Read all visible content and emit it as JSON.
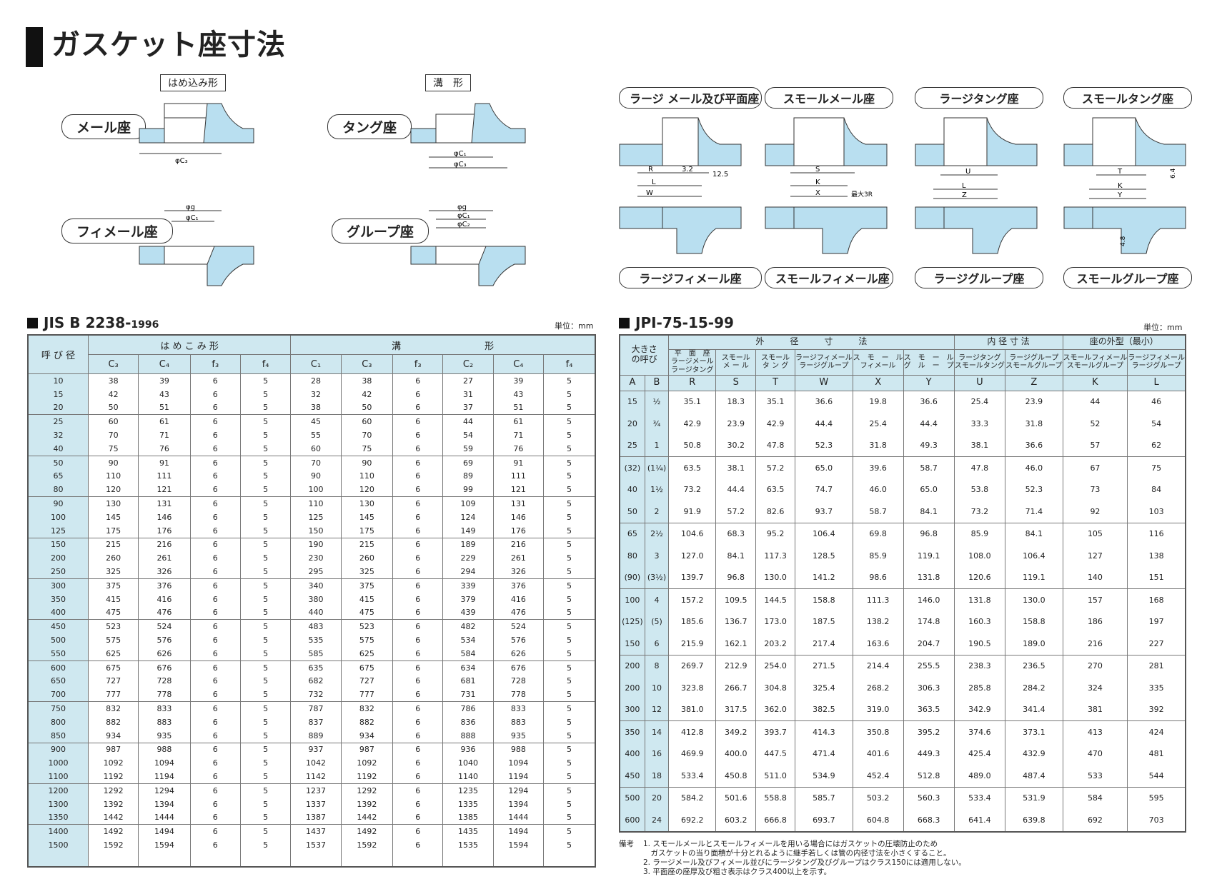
{
  "title": "ガスケット座寸法",
  "colors": {
    "header_bg": "#cfe8f0",
    "gasket_fill": "#b9dff0",
    "border": "#555555"
  },
  "diagram_labels": {
    "hamekomi_box": "はめ込み形",
    "mizo_box": "溝　形",
    "male": "メール座",
    "tongue": "タング座",
    "female": "フィメール座",
    "groove": "グループ座",
    "top_row": [
      "ラージ メール及び平面座",
      "スモールメール座",
      "ラージタング座",
      "スモールタング座"
    ],
    "bottom_row": [
      "ラージフィメール座",
      "スモールフィメール座",
      "ラージグループ座",
      "スモールグループ座"
    ],
    "dims": {
      "c3": "φC₃",
      "c1": "φC₁",
      "g": "φg",
      "c2": "φC₂",
      "R": "R",
      "S": "S",
      "L": "L",
      "W": "W",
      "K": "K",
      "X": "X",
      "U": "U",
      "T": "T",
      "Z": "Z",
      "Y": "Y",
      "v32": "3.2",
      "v125": "12.5",
      "v64": "6.4",
      "v48": "4.8",
      "max3r": "最大3R"
    }
  },
  "jis": {
    "heading": "JIS B 2238-",
    "heading_year": "1996",
    "unit": "単位：mm",
    "col_nominal": "呼 び 径",
    "group1": "は め こ み 形",
    "group2": "溝　　　　　　　　　形",
    "cols": [
      "C₃",
      "C₄",
      "f₃",
      "f₄",
      "C₁",
      "C₃",
      "f₃",
      "C₂",
      "C₄",
      "f₄"
    ],
    "groups": [
      [
        [
          "10",
          "38",
          "39",
          "6",
          "5",
          "28",
          "38",
          "6",
          "27",
          "39",
          "5"
        ],
        [
          "15",
          "42",
          "43",
          "6",
          "5",
          "32",
          "42",
          "6",
          "31",
          "43",
          "5"
        ],
        [
          "20",
          "50",
          "51",
          "6",
          "5",
          "38",
          "50",
          "6",
          "37",
          "51",
          "5"
        ]
      ],
      [
        [
          "25",
          "60",
          "61",
          "6",
          "5",
          "45",
          "60",
          "6",
          "44",
          "61",
          "5"
        ],
        [
          "32",
          "70",
          "71",
          "6",
          "5",
          "55",
          "70",
          "6",
          "54",
          "71",
          "5"
        ],
        [
          "40",
          "75",
          "76",
          "6",
          "5",
          "60",
          "75",
          "6",
          "59",
          "76",
          "5"
        ]
      ],
      [
        [
          "50",
          "90",
          "91",
          "6",
          "5",
          "70",
          "90",
          "6",
          "69",
          "91",
          "5"
        ],
        [
          "65",
          "110",
          "111",
          "6",
          "5",
          "90",
          "110",
          "6",
          "89",
          "111",
          "5"
        ],
        [
          "80",
          "120",
          "121",
          "6",
          "5",
          "100",
          "120",
          "6",
          "99",
          "121",
          "5"
        ]
      ],
      [
        [
          "90",
          "130",
          "131",
          "6",
          "5",
          "110",
          "130",
          "6",
          "109",
          "131",
          "5"
        ],
        [
          "100",
          "145",
          "146",
          "6",
          "5",
          "125",
          "145",
          "6",
          "124",
          "146",
          "5"
        ],
        [
          "125",
          "175",
          "176",
          "6",
          "5",
          "150",
          "175",
          "6",
          "149",
          "176",
          "5"
        ]
      ],
      [
        [
          "150",
          "215",
          "216",
          "6",
          "5",
          "190",
          "215",
          "6",
          "189",
          "216",
          "5"
        ],
        [
          "200",
          "260",
          "261",
          "6",
          "5",
          "230",
          "260",
          "6",
          "229",
          "261",
          "5"
        ],
        [
          "250",
          "325",
          "326",
          "6",
          "5",
          "295",
          "325",
          "6",
          "294",
          "326",
          "5"
        ]
      ],
      [
        [
          "300",
          "375",
          "376",
          "6",
          "5",
          "340",
          "375",
          "6",
          "339",
          "376",
          "5"
        ],
        [
          "350",
          "415",
          "416",
          "6",
          "5",
          "380",
          "415",
          "6",
          "379",
          "416",
          "5"
        ],
        [
          "400",
          "475",
          "476",
          "6",
          "5",
          "440",
          "475",
          "6",
          "439",
          "476",
          "5"
        ]
      ],
      [
        [
          "450",
          "523",
          "524",
          "6",
          "5",
          "483",
          "523",
          "6",
          "482",
          "524",
          "5"
        ],
        [
          "500",
          "575",
          "576",
          "6",
          "5",
          "535",
          "575",
          "6",
          "534",
          "576",
          "5"
        ],
        [
          "550",
          "625",
          "626",
          "6",
          "5",
          "585",
          "625",
          "6",
          "584",
          "626",
          "5"
        ]
      ],
      [
        [
          "600",
          "675",
          "676",
          "6",
          "5",
          "635",
          "675",
          "6",
          "634",
          "676",
          "5"
        ],
        [
          "650",
          "727",
          "728",
          "6",
          "5",
          "682",
          "727",
          "6",
          "681",
          "728",
          "5"
        ],
        [
          "700",
          "777",
          "778",
          "6",
          "5",
          "732",
          "777",
          "6",
          "731",
          "778",
          "5"
        ]
      ],
      [
        [
          "750",
          "832",
          "833",
          "6",
          "5",
          "787",
          "832",
          "6",
          "786",
          "833",
          "5"
        ],
        [
          "800",
          "882",
          "883",
          "6",
          "5",
          "837",
          "882",
          "6",
          "836",
          "883",
          "5"
        ],
        [
          "850",
          "934",
          "935",
          "6",
          "5",
          "889",
          "934",
          "6",
          "888",
          "935",
          "5"
        ]
      ],
      [
        [
          "900",
          "987",
          "988",
          "6",
          "5",
          "937",
          "987",
          "6",
          "936",
          "988",
          "5"
        ],
        [
          "1000",
          "1092",
          "1094",
          "6",
          "5",
          "1042",
          "1092",
          "6",
          "1040",
          "1094",
          "5"
        ],
        [
          "1100",
          "1192",
          "1194",
          "6",
          "5",
          "1142",
          "1192",
          "6",
          "1140",
          "1194",
          "5"
        ]
      ],
      [
        [
          "1200",
          "1292",
          "1294",
          "6",
          "5",
          "1237",
          "1292",
          "6",
          "1235",
          "1294",
          "5"
        ],
        [
          "1300",
          "1392",
          "1394",
          "6",
          "5",
          "1337",
          "1392",
          "6",
          "1335",
          "1394",
          "5"
        ],
        [
          "1350",
          "1442",
          "1444",
          "6",
          "5",
          "1387",
          "1442",
          "6",
          "1385",
          "1444",
          "5"
        ]
      ],
      [
        [
          "1400",
          "1492",
          "1494",
          "6",
          "5",
          "1437",
          "1492",
          "6",
          "1435",
          "1494",
          "5"
        ],
        [
          "1500",
          "1592",
          "1594",
          "6",
          "5",
          "1537",
          "1592",
          "6",
          "1535",
          "1594",
          "5"
        ]
      ]
    ]
  },
  "jpi": {
    "heading": "JPI-75-15-99",
    "unit": "単位：mm",
    "col_size": "大きさ\nの呼び",
    "group_outer": "外　　　径　　　寸　　　法",
    "group_inner": "内 径 寸 法",
    "group_seat": "座の外型（最小）",
    "subheads": [
      "平　面　座\nラージメール\nラージタング",
      "スモール\nメ ー ル",
      "スモール\nタ ン グ",
      "ラージフィメール\nラージグループ",
      "ス　モ　ー　ル\nフィメール",
      "ス　モ　ー　ル\nグ　ル　ー　プ",
      "ラージタング\nスモールタング",
      "ラージグループ\nスモールグループ",
      "スモールフィメール\nスモールグループ",
      "ラージフィメール\nラージグループ"
    ],
    "letters": [
      "A",
      "B",
      "R",
      "S",
      "T",
      "W",
      "X",
      "Y",
      "U",
      "Z",
      "K",
      "L"
    ],
    "groups": [
      [
        [
          "15",
          "½",
          "35.1",
          "18.3",
          "35.1",
          "36.6",
          "19.8",
          "36.6",
          "25.4",
          "23.9",
          "44",
          "46"
        ],
        [
          "20",
          "¾",
          "42.9",
          "23.9",
          "42.9",
          "44.4",
          "25.4",
          "44.4",
          "33.3",
          "31.8",
          "52",
          "54"
        ],
        [
          "25",
          "1",
          "50.8",
          "30.2",
          "47.8",
          "52.3",
          "31.8",
          "49.3",
          "38.1",
          "36.6",
          "57",
          "62"
        ]
      ],
      [
        [
          "(32)",
          "(1¼)",
          "63.5",
          "38.1",
          "57.2",
          "65.0",
          "39.6",
          "58.7",
          "47.8",
          "46.0",
          "67",
          "75"
        ],
        [
          "40",
          "1½",
          "73.2",
          "44.4",
          "63.5",
          "74.7",
          "46.0",
          "65.0",
          "53.8",
          "52.3",
          "73",
          "84"
        ],
        [
          "50",
          "2",
          "91.9",
          "57.2",
          "82.6",
          "93.7",
          "58.7",
          "84.1",
          "73.2",
          "71.4",
          "92",
          "103"
        ]
      ],
      [
        [
          "65",
          "2½",
          "104.6",
          "68.3",
          "95.2",
          "106.4",
          "69.8",
          "96.8",
          "85.9",
          "84.1",
          "105",
          "116"
        ],
        [
          "80",
          "3",
          "127.0",
          "84.1",
          "117.3",
          "128.5",
          "85.9",
          "119.1",
          "108.0",
          "106.4",
          "127",
          "138"
        ],
        [
          "(90)",
          "(3½)",
          "139.7",
          "96.8",
          "130.0",
          "141.2",
          "98.6",
          "131.8",
          "120.6",
          "119.1",
          "140",
          "151"
        ]
      ],
      [
        [
          "100",
          "4",
          "157.2",
          "109.5",
          "144.5",
          "158.8",
          "111.3",
          "146.0",
          "131.8",
          "130.0",
          "157",
          "168"
        ],
        [
          "(125)",
          "(5)",
          "185.6",
          "136.7",
          "173.0",
          "187.5",
          "138.2",
          "174.8",
          "160.3",
          "158.8",
          "186",
          "197"
        ],
        [
          "150",
          "6",
          "215.9",
          "162.1",
          "203.2",
          "217.4",
          "163.6",
          "204.7",
          "190.5",
          "189.0",
          "216",
          "227"
        ]
      ],
      [
        [
          "200",
          "8",
          "269.7",
          "212.9",
          "254.0",
          "271.5",
          "214.4",
          "255.5",
          "238.3",
          "236.5",
          "270",
          "281"
        ],
        [
          "200",
          "10",
          "323.8",
          "266.7",
          "304.8",
          "325.4",
          "268.2",
          "306.3",
          "285.8",
          "284.2",
          "324",
          "335"
        ],
        [
          "300",
          "12",
          "381.0",
          "317.5",
          "362.0",
          "382.5",
          "319.0",
          "363.5",
          "342.9",
          "341.4",
          "381",
          "392"
        ]
      ],
      [
        [
          "350",
          "14",
          "412.8",
          "349.2",
          "393.7",
          "414.3",
          "350.8",
          "395.2",
          "374.6",
          "373.1",
          "413",
          "424"
        ],
        [
          "400",
          "16",
          "469.9",
          "400.0",
          "447.5",
          "471.4",
          "401.6",
          "449.3",
          "425.4",
          "432.9",
          "470",
          "481"
        ],
        [
          "450",
          "18",
          "533.4",
          "450.8",
          "511.0",
          "534.9",
          "452.4",
          "512.8",
          "489.0",
          "487.4",
          "533",
          "544"
        ]
      ],
      [
        [
          "500",
          "20",
          "584.2",
          "501.6",
          "558.8",
          "585.7",
          "503.2",
          "560.3",
          "533.4",
          "531.9",
          "584",
          "595"
        ],
        [
          "600",
          "24",
          "692.2",
          "603.2",
          "666.8",
          "693.7",
          "604.8",
          "668.3",
          "641.4",
          "639.8",
          "692",
          "703"
        ]
      ]
    ]
  },
  "notes": {
    "label": "備考",
    "lines": [
      "1. スモールメールとスモールフィメールを用いる場合にはガスケットの圧壊防止のため",
      "　ガスケットの当り面積が十分とれるように継手若しくは管の内径寸法を小さくすること。",
      "2. ラージメール及びフィメール並びにラージタング及びグループはクラス150には適用しない。",
      "3. 平面座の座厚及び粗さ表示はクラス400以上を示す。"
    ]
  }
}
